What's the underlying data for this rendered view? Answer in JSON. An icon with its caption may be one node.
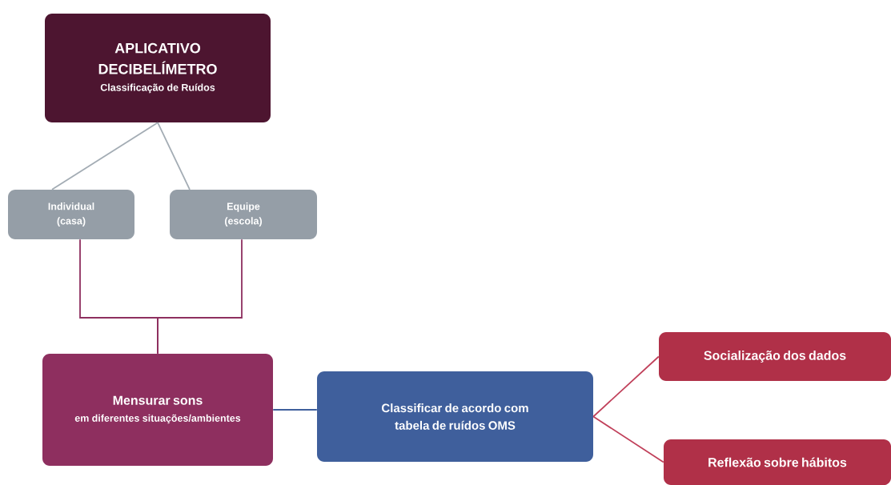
{
  "diagram": {
    "nodes": [
      {
        "text": [
          "APLICATIVO DECIBELÍMETRO",
          "Classificação de Ruídos"
        ]
      },
      {
        "text": [
          "Individual (casa)"
        ]
      },
      {
        "text": [
          "Equipe (escola)"
        ]
      },
      {
        "text": [
          "Mensurar sons",
          "em diferentes situações/ambientes"
        ]
      },
      {
        "text": [
          "Classificar de acordo com tabela de ruídos OMS"
        ]
      },
      {
        "text": [
          "Socialização dos dados"
        ]
      },
      {
        "text": [
          "Reflexão sobre hábitos"
        ]
      }
    ],
    "edges": [
      {
        "from": 0,
        "to": 1,
        "arrow": "none",
        "color": "#a3acb4"
      },
      {
        "from": 0,
        "to": 2,
        "arrow": "none",
        "color": "#a3acb4"
      },
      {
        "from": 1,
        "to": 3,
        "arrow": "none",
        "color": "#8e2f5f"
      },
      {
        "from": 2,
        "to": 3,
        "arrow": "none",
        "color": "#8e2f5f"
      },
      {
        "from": 3,
        "to": 4,
        "arrow": "none",
        "color": "#3f5f9c"
      },
      {
        "from": 4,
        "to": 5,
        "arrow": "none",
        "color": "#c0405a"
      },
      {
        "from": 4,
        "to": 6,
        "arrow": "none",
        "color": "#c0405a"
      }
    ]
  }
}
